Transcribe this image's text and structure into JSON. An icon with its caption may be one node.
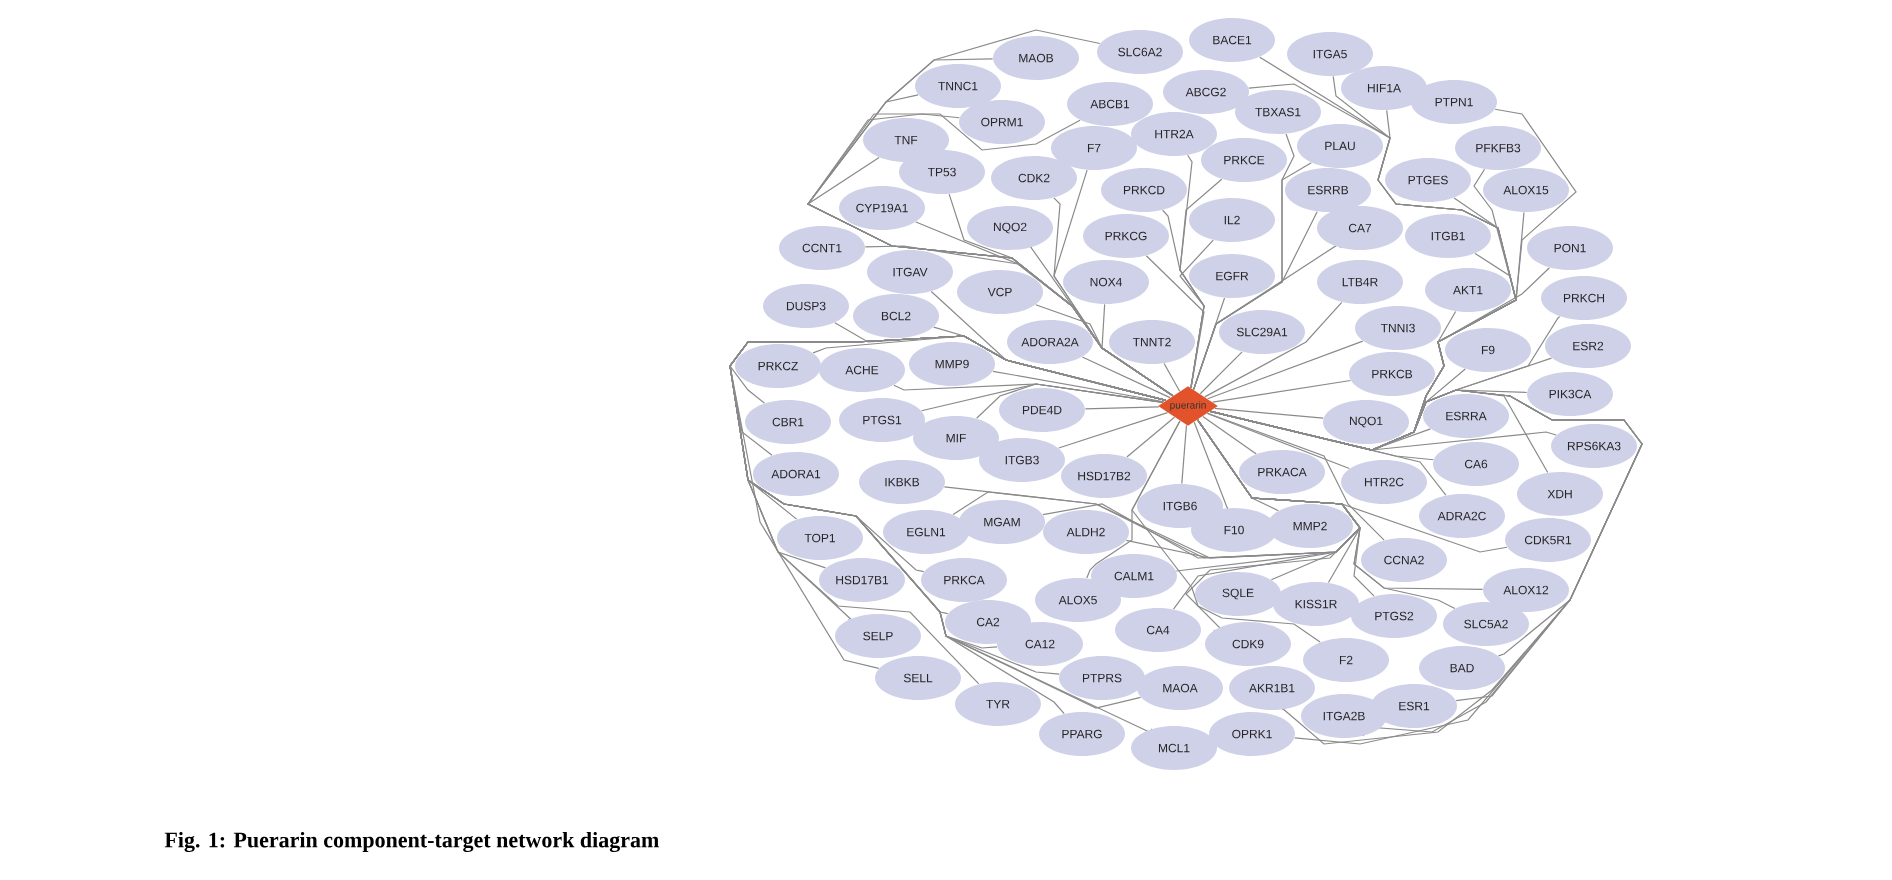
{
  "diagram": {
    "caption": "Fig. 1: Puerarin component-target network diagram",
    "nodes": [
      {
        "text": [
          "MAOB"
        ]
      },
      {
        "text": [
          "SLC6A2"
        ]
      },
      {
        "text": [
          "BACE1"
        ]
      },
      {
        "text": [
          "ITGA5"
        ]
      },
      {
        "text": [
          "TNNC1"
        ]
      },
      {
        "text": [
          "ABCB1"
        ]
      },
      {
        "text": [
          "ABCG2"
        ]
      },
      {
        "text": [
          "HIF1A"
        ]
      },
      {
        "text": [
          "PTPN1"
        ]
      },
      {
        "text": [
          "OPRM1"
        ]
      },
      {
        "text": [
          "F7"
        ]
      },
      {
        "text": [
          "HTR2A"
        ]
      },
      {
        "text": [
          "TBXAS1"
        ]
      },
      {
        "text": [
          "PLAU"
        ]
      },
      {
        "text": [
          "TNF"
        ]
      },
      {
        "text": [
          "CDK2"
        ]
      },
      {
        "text": [
          "PRKCE"
        ]
      },
      {
        "text": [
          "PFKFB3"
        ]
      },
      {
        "text": [
          "TP53"
        ]
      },
      {
        "text": [
          "PRKCD"
        ]
      },
      {
        "text": [
          "ESRRB"
        ]
      },
      {
        "text": [
          "PTGES"
        ]
      },
      {
        "text": [
          "ALOX15"
        ]
      },
      {
        "text": [
          "CYP19A1"
        ]
      },
      {
        "text": [
          "NQO2"
        ]
      },
      {
        "text": [
          "IL2"
        ]
      },
      {
        "text": [
          "CA7"
        ]
      },
      {
        "text": [
          "ITGB1"
        ]
      },
      {
        "text": [
          "PRKCG"
        ]
      },
      {
        "text": [
          "PON1"
        ]
      },
      {
        "text": [
          "CCNT1"
        ]
      },
      {
        "text": [
          "ITGAV"
        ]
      },
      {
        "text": [
          "NOX4"
        ]
      },
      {
        "text": [
          "EGFR"
        ]
      },
      {
        "text": [
          "LTB4R"
        ]
      },
      {
        "text": [
          "AKT1"
        ]
      },
      {
        "text": [
          "PRKCH"
        ]
      },
      {
        "text": [
          "VCP"
        ]
      },
      {
        "text": [
          "DUSP3"
        ]
      },
      {
        "text": [
          "BCL2"
        ]
      },
      {
        "text": [
          "ADORA2A"
        ]
      },
      {
        "text": [
          "TNNT2"
        ]
      },
      {
        "text": [
          "SLC29A1"
        ]
      },
      {
        "text": [
          "TNNI3"
        ]
      },
      {
        "text": [
          "F9"
        ]
      },
      {
        "text": [
          "ESR2"
        ]
      },
      {
        "text": [
          "PRKCZ"
        ]
      },
      {
        "text": [
          "ACHE"
        ]
      },
      {
        "text": [
          "MMP9"
        ]
      },
      {
        "text": [
          "PRKCB"
        ]
      },
      {
        "text": [
          "PIK3CA"
        ]
      },
      {
        "text": [
          "CBR1"
        ]
      },
      {
        "text": [
          "PTGS1"
        ]
      },
      {
        "text": [
          "PDE4D"
        ]
      },
      {
        "text": [
          "puerarin"
        ]
      },
      {
        "text": [
          "NQO1"
        ]
      },
      {
        "text": [
          "ESRRA"
        ]
      },
      {
        "text": [
          "RPS6KA3"
        ]
      },
      {
        "text": [
          "MIF"
        ]
      },
      {
        "text": [
          "ADORA1"
        ]
      },
      {
        "text": [
          "IKBKB"
        ]
      },
      {
        "text": [
          "ITGB3"
        ]
      },
      {
        "text": [
          "HSD17B2"
        ]
      },
      {
        "text": [
          "PRKACA"
        ]
      },
      {
        "text": [
          "CA6"
        ]
      },
      {
        "text": [
          "XDH"
        ]
      },
      {
        "text": [
          "HTR2C"
        ]
      },
      {
        "text": [
          "ADRA2C"
        ]
      },
      {
        "text": [
          "CDK5R1"
        ]
      },
      {
        "text": [
          "TOP1"
        ]
      },
      {
        "text": [
          "EGLN1"
        ]
      },
      {
        "text": [
          "MGAM"
        ]
      },
      {
        "text": [
          "ALDH2"
        ]
      },
      {
        "text": [
          "ITGB6"
        ]
      },
      {
        "text": [
          "F10"
        ]
      },
      {
        "text": [
          "MMP2"
        ]
      },
      {
        "text": [
          "CCNA2"
        ]
      },
      {
        "text": [
          "ALOX12"
        ]
      },
      {
        "text": [
          "HSD17B1"
        ]
      },
      {
        "text": [
          "PRKCA"
        ]
      },
      {
        "text": [
          "ALOX5"
        ]
      },
      {
        "text": [
          "CALM1"
        ]
      },
      {
        "text": [
          "SQLE"
        ]
      },
      {
        "text": [
          "KISS1R"
        ]
      },
      {
        "text": [
          "PTGS2"
        ]
      },
      {
        "text": [
          "SLC5A2"
        ]
      },
      {
        "text": [
          "SELP"
        ]
      },
      {
        "text": [
          "CA2"
        ]
      },
      {
        "text": [
          "CA12"
        ]
      },
      {
        "text": [
          "CA4"
        ]
      },
      {
        "text": [
          "CDK9"
        ]
      },
      {
        "text": [
          "F2"
        ]
      },
      {
        "text": [
          "BAD"
        ]
      },
      {
        "text": [
          "SELL"
        ]
      },
      {
        "text": [
          "PTPRS"
        ]
      },
      {
        "text": [
          "AKR1B1"
        ]
      },
      {
        "text": [
          "ESR1"
        ]
      },
      {
        "text": [
          "TYR"
        ]
      },
      {
        "text": [
          "MAOA"
        ]
      },
      {
        "text": [
          "ITGA2B"
        ]
      },
      {
        "text": [
          "PPARG"
        ]
      },
      {
        "text": [
          "MCL1"
        ]
      },
      {
        "text": [
          "OPRK1"
        ]
      }
    ],
    "edges": [
      {
        "from": 54,
        "to": 0,
        "arrow": "none"
      },
      {
        "from": 54,
        "to": 1,
        "arrow": "none"
      },
      {
        "from": 54,
        "to": 2,
        "arrow": "none"
      },
      {
        "from": 54,
        "to": 3,
        "arrow": "none"
      },
      {
        "from": 54,
        "to": 4,
        "arrow": "none"
      },
      {
        "from": 54,
        "to": 5,
        "arrow": "none"
      },
      {
        "from": 54,
        "to": 6,
        "arrow": "none"
      },
      {
        "from": 54,
        "to": 7,
        "arrow": "none"
      },
      {
        "from": 54,
        "to": 8,
        "arrow": "none"
      },
      {
        "from": 54,
        "to": 9,
        "arrow": "none"
      },
      {
        "from": 54,
        "to": 10,
        "arrow": "none"
      },
      {
        "from": 54,
        "to": 11,
        "arrow": "none"
      },
      {
        "from": 54,
        "to": 12,
        "arrow": "none"
      },
      {
        "from": 54,
        "to": 13,
        "arrow": "none"
      },
      {
        "from": 54,
        "to": 14,
        "arrow": "none"
      },
      {
        "from": 54,
        "to": 15,
        "arrow": "none"
      },
      {
        "from": 54,
        "to": 16,
        "arrow": "none"
      },
      {
        "from": 54,
        "to": 17,
        "arrow": "none"
      },
      {
        "from": 54,
        "to": 18,
        "arrow": "none"
      },
      {
        "from": 54,
        "to": 19,
        "arrow": "none"
      },
      {
        "from": 54,
        "to": 20,
        "arrow": "none"
      },
      {
        "from": 54,
        "to": 21,
        "arrow": "none"
      },
      {
        "from": 54,
        "to": 22,
        "arrow": "none"
      },
      {
        "from": 54,
        "to": 23,
        "arrow": "none"
      },
      {
        "from": 54,
        "to": 24,
        "arrow": "none"
      },
      {
        "from": 54,
        "to": 25,
        "arrow": "none"
      },
      {
        "from": 54,
        "to": 26,
        "arrow": "none"
      },
      {
        "from": 54,
        "to": 27,
        "arrow": "none"
      },
      {
        "from": 54,
        "to": 28,
        "arrow": "none"
      },
      {
        "from": 54,
        "to": 29,
        "arrow": "none"
      },
      {
        "from": 54,
        "to": 30,
        "arrow": "none"
      },
      {
        "from": 54,
        "to": 31,
        "arrow": "none"
      },
      {
        "from": 54,
        "to": 32,
        "arrow": "none"
      },
      {
        "from": 54,
        "to": 33,
        "arrow": "none"
      },
      {
        "from": 54,
        "to": 34,
        "arrow": "none"
      },
      {
        "from": 54,
        "to": 35,
        "arrow": "none"
      },
      {
        "from": 54,
        "to": 36,
        "arrow": "none"
      },
      {
        "from": 54,
        "to": 37,
        "arrow": "none"
      },
      {
        "from": 54,
        "to": 38,
        "arrow": "none"
      },
      {
        "from": 54,
        "to": 39,
        "arrow": "none"
      },
      {
        "from": 54,
        "to": 40,
        "arrow": "none"
      },
      {
        "from": 54,
        "to": 41,
        "arrow": "none"
      },
      {
        "from": 54,
        "to": 42,
        "arrow": "none"
      },
      {
        "from": 54,
        "to": 43,
        "arrow": "none"
      },
      {
        "from": 54,
        "to": 44,
        "arrow": "none"
      },
      {
        "from": 54,
        "to": 45,
        "arrow": "none"
      },
      {
        "from": 54,
        "to": 46,
        "arrow": "none"
      },
      {
        "from": 54,
        "to": 47,
        "arrow": "none"
      },
      {
        "from": 54,
        "to": 48,
        "arrow": "none"
      },
      {
        "from": 54,
        "to": 49,
        "arrow": "none"
      },
      {
        "from": 54,
        "to": 50,
        "arrow": "none"
      },
      {
        "from": 54,
        "to": 51,
        "arrow": "none"
      },
      {
        "from": 54,
        "to": 52,
        "arrow": "none"
      },
      {
        "from": 54,
        "to": 53,
        "arrow": "none"
      },
      {
        "from": 54,
        "to": 55,
        "arrow": "none"
      },
      {
        "from": 54,
        "to": 56,
        "arrow": "none"
      },
      {
        "from": 54,
        "to": 57,
        "arrow": "none"
      },
      {
        "from": 54,
        "to": 58,
        "arrow": "none"
      },
      {
        "from": 54,
        "to": 59,
        "arrow": "none"
      },
      {
        "from": 54,
        "to": 60,
        "arrow": "none"
      },
      {
        "from": 54,
        "to": 61,
        "arrow": "none"
      },
      {
        "from": 54,
        "to": 62,
        "arrow": "none"
      },
      {
        "from": 54,
        "to": 63,
        "arrow": "none"
      },
      {
        "from": 54,
        "to": 64,
        "arrow": "none"
      },
      {
        "from": 54,
        "to": 65,
        "arrow": "none"
      },
      {
        "from": 54,
        "to": 66,
        "arrow": "none"
      },
      {
        "from": 54,
        "to": 67,
        "arrow": "none"
      },
      {
        "from": 54,
        "to": 68,
        "arrow": "none"
      },
      {
        "from": 54,
        "to": 69,
        "arrow": "none"
      },
      {
        "from": 54,
        "to": 70,
        "arrow": "none"
      },
      {
        "from": 54,
        "to": 71,
        "arrow": "none"
      },
      {
        "from": 54,
        "to": 72,
        "arrow": "none"
      },
      {
        "from": 54,
        "to": 73,
        "arrow": "none"
      },
      {
        "from": 54,
        "to": 74,
        "arrow": "none"
      },
      {
        "from": 54,
        "to": 75,
        "arrow": "none"
      },
      {
        "from": 54,
        "to": 76,
        "arrow": "none"
      },
      {
        "from": 54,
        "to": 77,
        "arrow": "none"
      },
      {
        "from": 54,
        "to": 78,
        "arrow": "none"
      },
      {
        "from": 54,
        "to": 79,
        "arrow": "none"
      },
      {
        "from": 54,
        "to": 80,
        "arrow": "none"
      },
      {
        "from": 54,
        "to": 81,
        "arrow": "none"
      },
      {
        "from": 54,
        "to": 82,
        "arrow": "none"
      },
      {
        "from": 54,
        "to": 83,
        "arrow": "none"
      },
      {
        "from": 54,
        "to": 84,
        "arrow": "none"
      },
      {
        "from": 54,
        "to": 85,
        "arrow": "none"
      },
      {
        "from": 54,
        "to": 86,
        "arrow": "none"
      },
      {
        "from": 54,
        "to": 87,
        "arrow": "none"
      },
      {
        "from": 54,
        "to": 88,
        "arrow": "none"
      },
      {
        "from": 54,
        "to": 89,
        "arrow": "none"
      },
      {
        "from": 54,
        "to": 90,
        "arrow": "none"
      },
      {
        "from": 54,
        "to": 91,
        "arrow": "none"
      },
      {
        "from": 54,
        "to": 92,
        "arrow": "none"
      },
      {
        "from": 54,
        "to": 93,
        "arrow": "none"
      },
      {
        "from": 54,
        "to": 94,
        "arrow": "none"
      },
      {
        "from": 54,
        "to": 95,
        "arrow": "none"
      },
      {
        "from": 54,
        "to": 96,
        "arrow": "none"
      },
      {
        "from": 54,
        "to": 97,
        "arrow": "none"
      },
      {
        "from": 54,
        "to": 98,
        "arrow": "none"
      },
      {
        "from": 54,
        "to": 99,
        "arrow": "none"
      },
      {
        "from": 54,
        "to": 100,
        "arrow": "none"
      },
      {
        "from": 54,
        "to": 101,
        "arrow": "none"
      },
      {
        "from": 54,
        "to": 102,
        "arrow": "none"
      }
    ]
  }
}
